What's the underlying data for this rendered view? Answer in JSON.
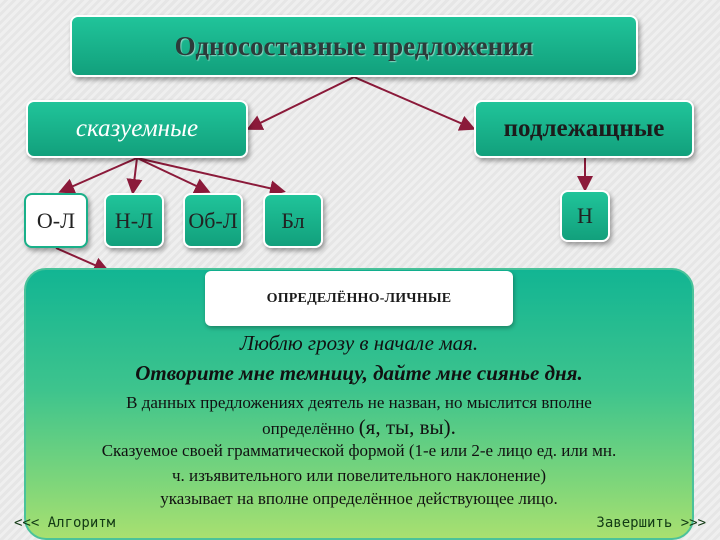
{
  "title": "Односоставные предложения",
  "level2": {
    "left": "сказуемные",
    "right": "подлежащные"
  },
  "leaves": {
    "ol": "О-Л",
    "nl": "Н-Л",
    "obl": "Об-Л",
    "bl": "Бл",
    "n": "Н"
  },
  "panel": {
    "label": "ОПРЕДЕЛЁННО-ЛИЧНЫЕ",
    "example1": "Люблю грозу в начале мая.",
    "example2": "Отворите мне темницу, дайте мне сиянье дня.",
    "text_line1": "В данных предложениях деятель не назван, но мыслится вполне",
    "text_line2_start": "определённо ",
    "text_line2_pronouns": "(я, ты, вы).",
    "text_line3": "Сказуемое своей грамматической формой (1-е или 2-е лицо ед. или мн.",
    "text_line4": "ч. изъявительного или повелительного наклонение)",
    "text_line5": "указывает на вполне определённое действующее лицо."
  },
  "nav": {
    "back": "<<< Алгоритм",
    "finish": "Завершить >>>"
  },
  "colors": {
    "box": "#19b089",
    "arrow": "#8b1a3a",
    "panel_top": "#12b593",
    "panel_bottom": "#a8e070"
  }
}
